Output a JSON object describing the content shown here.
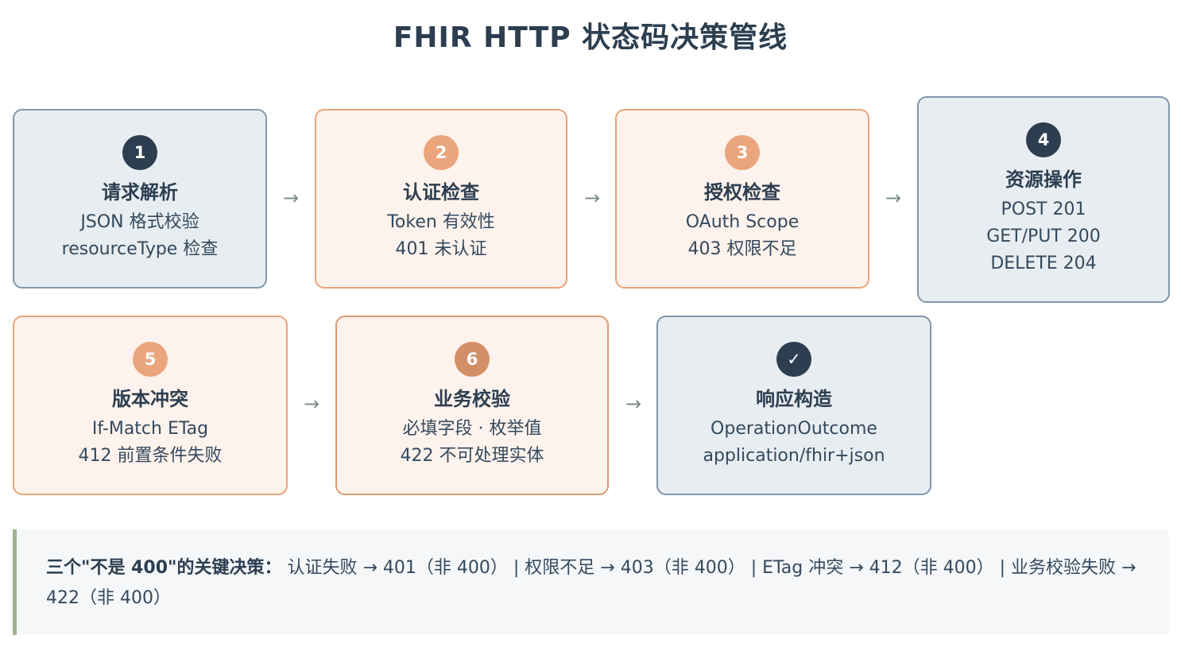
{
  "title": "FHIR HTTP 状态码决策管线",
  "steps": [
    {
      "badge": "1",
      "title": "请求解析",
      "lines": [
        "JSON 格式校验",
        "resourceType 检查"
      ]
    },
    {
      "badge": "2",
      "title": "认证检查",
      "lines": [
        "Token 有效性",
        "401 未认证"
      ]
    },
    {
      "badge": "3",
      "title": "授权检查",
      "lines": [
        "OAuth Scope",
        "403 权限不足"
      ]
    },
    {
      "badge": "4",
      "title": "资源操作",
      "lines": [
        "POST 201",
        "GET/PUT 200",
        "DELETE 204"
      ]
    },
    {
      "badge": "5",
      "title": "版本冲突",
      "lines": [
        "If-Match ETag",
        "412 前置条件失败"
      ]
    },
    {
      "badge": "6",
      "title": "业务校验",
      "lines": [
        "必填字段 · 枚举值",
        "422 不可处理实体"
      ]
    },
    {
      "badge": "✓",
      "title": "响应构造",
      "lines": [
        "OperationOutcome",
        "application/fhir+json"
      ]
    }
  ],
  "arrow": "→",
  "note": {
    "label": "三个\"不是 400\"的关键决策：",
    "text": "认证失败 → 401（非 400） | 权限不足 → 403（非 400） | ETag 冲突 → 412（非 400） | 业务校验失败 → 422（非 400）"
  },
  "colors": {
    "dark": "#2c3e50",
    "blue_card_bg": "#e8edf1",
    "orange_card_bg": "#fdf2ec",
    "orange_border": "#e9a47a",
    "note_accent": "#9fb392"
  }
}
